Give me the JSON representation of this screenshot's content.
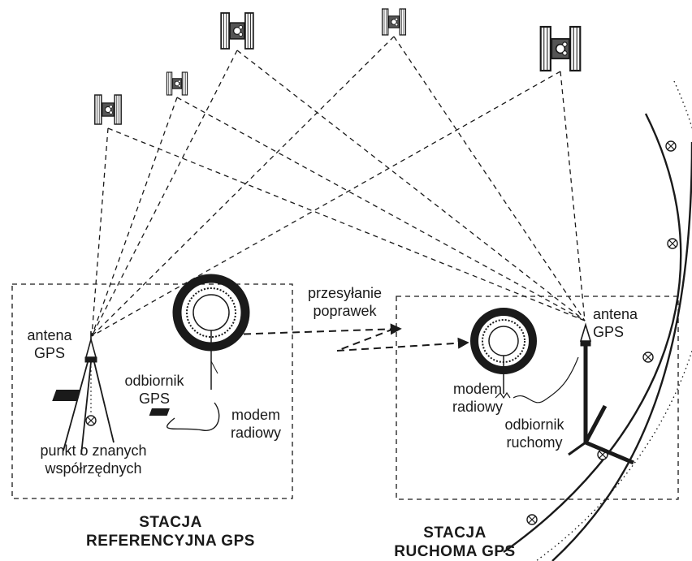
{
  "reference_station": {
    "antenna_label": [
      "antena",
      "GPS"
    ],
    "receiver_label": [
      "odbiornik",
      "GPS"
    ],
    "modem_label": [
      "modem",
      "radiowy"
    ],
    "point_label": [
      "punkt o znanych",
      "współrzędnych"
    ],
    "title": [
      "STACJA",
      "REFERENCYJNA GPS"
    ]
  },
  "rover_station": {
    "antenna_label": [
      "antena",
      "GPS"
    ],
    "modem_label": [
      "modem",
      "radiowy"
    ],
    "receiver_label": [
      "odbiornik",
      "ruchomy"
    ],
    "title": [
      "STACJA",
      "RUCHOMA GPS"
    ]
  },
  "transmission_label": [
    "przesyłanie",
    "poprawek"
  ],
  "colors": {
    "ink": "#1a1a1a",
    "background": "#ffffff"
  },
  "icons": [
    "satellite-icon",
    "tripod-antenna-icon",
    "radio-modem-icon",
    "survey-marker-icon",
    "rover-pole-icon"
  ]
}
